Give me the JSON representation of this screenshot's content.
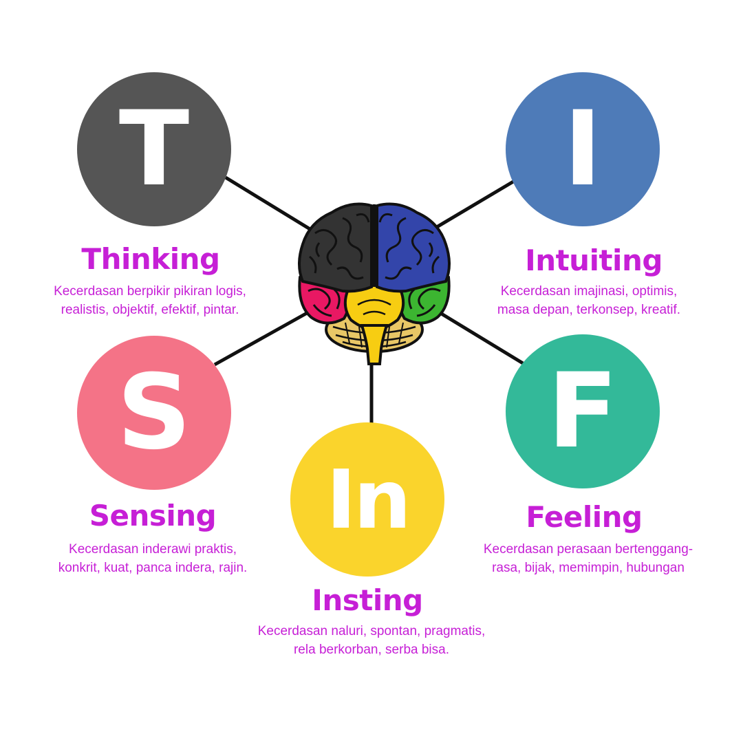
{
  "colors": {
    "text_accent": "#c61fd6",
    "connector": "#111111",
    "thinking": "#555555",
    "intuiting": "#4e7bb8",
    "sensing": "#f47387",
    "insting": "#fad42c",
    "feeling": "#33b999"
  },
  "brain": {
    "icon": "brain-icon"
  },
  "nodes": {
    "thinking": {
      "letter": "T",
      "title": "Thinking",
      "line1": "Kecerdasan berpikir pikiran logis,",
      "line2": "realistis, objektif, efektif, pintar."
    },
    "intuiting": {
      "letter": "I",
      "title": "Intuiting",
      "line1": "Kecerdasan imajinasi, optimis,",
      "line2": "masa depan, terkonsep, kreatif."
    },
    "sensing": {
      "letter": "S",
      "title": "Sensing",
      "line1": "Kecerdasan inderawi praktis,",
      "line2": "konkrit, kuat, panca indera, rajin."
    },
    "insting": {
      "letter": "In",
      "title": "Insting",
      "line1": "Kecerdasan naluri, spontan, pragmatis,",
      "line2": "rela berkorban, serba bisa."
    },
    "feeling": {
      "letter": "F",
      "title": "Feeling",
      "line1": "Kecerdasan perasaan bertenggang-",
      "line2": "rasa, bijak, memimpin, hubungan"
    }
  }
}
